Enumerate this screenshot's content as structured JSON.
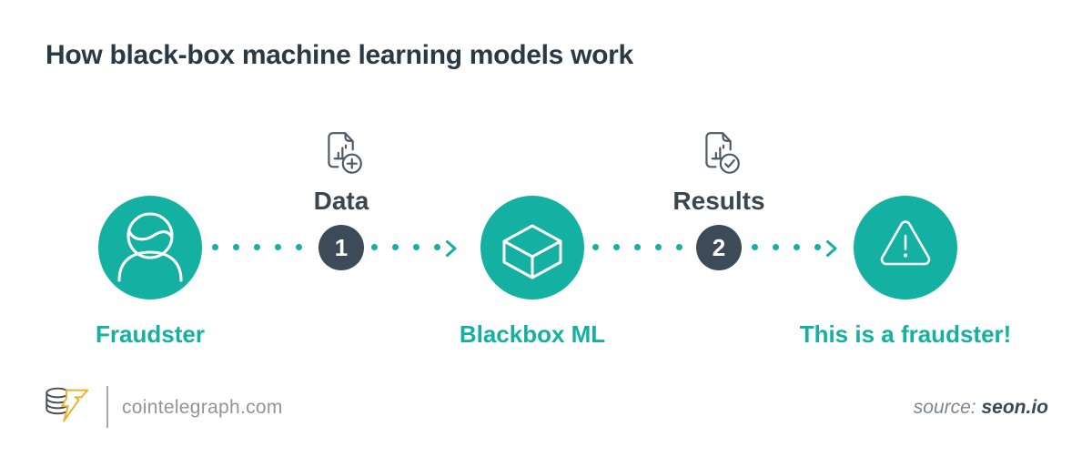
{
  "title": "How black-box machine learning models work",
  "colors": {
    "teal": "#14b1a2",
    "dark_slate": "#2b3945",
    "badge_slate": "#3d4b58",
    "icon_slate": "#4d5966",
    "footer_gray": "#8e959c",
    "logo_gold": "#f1ae2b",
    "background": "#ffffff"
  },
  "flow": {
    "nodes": [
      {
        "label": "Fraudster",
        "icon": "person-icon"
      },
      {
        "label": "Blackbox ML",
        "icon": "cube-icon"
      },
      {
        "label": "This is a fraudster!",
        "icon": "warning-triangle-icon"
      }
    ],
    "connectors": [
      {
        "step_number": "1",
        "step_label": "Data",
        "icon": "document-add-icon",
        "dots_before": 5,
        "dots_after": 4
      },
      {
        "step_number": "2",
        "step_label": "Results",
        "icon": "document-check-icon",
        "dots_before": 5,
        "dots_after": 4
      }
    ]
  },
  "footer": {
    "site": "cointelegraph.com",
    "source_prefix": "source:",
    "source_name": "seon.io"
  }
}
